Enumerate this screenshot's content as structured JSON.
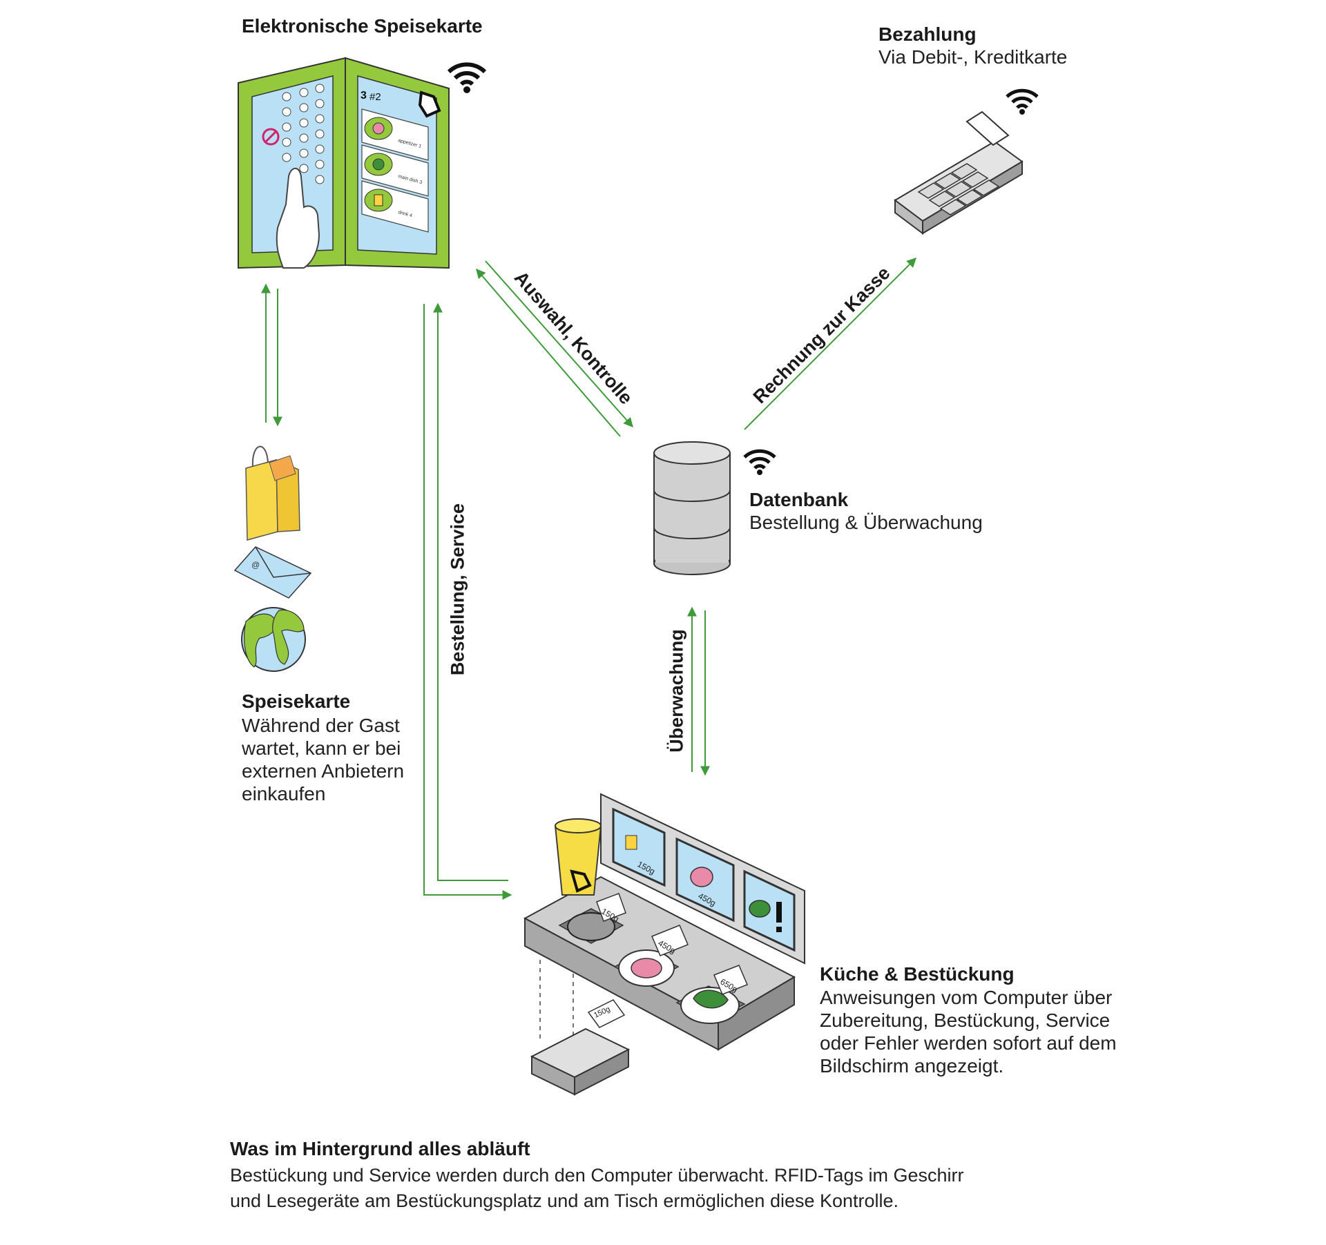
{
  "nodes": {
    "menu_device": {
      "title": "Elektronische Speisekarte"
    },
    "payment": {
      "title": "Bezahlung",
      "subtitle": "Via Debit-, Kreditkarte"
    },
    "database": {
      "title": "Datenbank",
      "subtitle": "Bestellung & Überwachung"
    },
    "speisekarte": {
      "title": "Speisekarte",
      "lines": [
        "Während der Gast",
        "wartet, kann er bei",
        "externen Anbietern",
        "einkaufen"
      ]
    },
    "kitchen": {
      "title": "Küche & Bestückung",
      "lines": [
        "Anweisungen vom Computer über",
        "Zubereitung, Bestückung, Service",
        "oder Fehler werden sofort auf dem",
        "Bildschirm angezeigt."
      ]
    }
  },
  "edges": {
    "auswahl": "Auswahl, Kontrolle",
    "rechnung": "Rechnung zur Kasse",
    "bestellung": "Bestellung, Service",
    "ueberwachung": "Überwachung"
  },
  "footer": {
    "title": "Was im Hintergrund alles abläuft",
    "lines": [
      "Bestückung und Service werden durch den Computer überwacht. RFID-Tags im Geschirr",
      "und Lesegeräte am Bestückungsplatz und am Tisch ermöglichen diese Kontrolle."
    ]
  },
  "device_screen": {
    "table_label": "3",
    "seat_label": "#2",
    "items": [
      "appetizer 1",
      "main dish 3",
      "drink 4"
    ]
  },
  "weights": [
    "150g",
    "450g",
    "650g"
  ],
  "colors": {
    "arrow": "#3f9a3a",
    "device_green": "#94c83d",
    "screen_blue": "#b9e0f5"
  },
  "icons": [
    "wifi-icon",
    "shopping-bag-icon",
    "email-envelope-icon",
    "globe-icon",
    "database-cylinder-icon",
    "card-terminal-icon",
    "rfid-tag-icon",
    "warning-exclamation-icon",
    "scale-icon"
  ]
}
